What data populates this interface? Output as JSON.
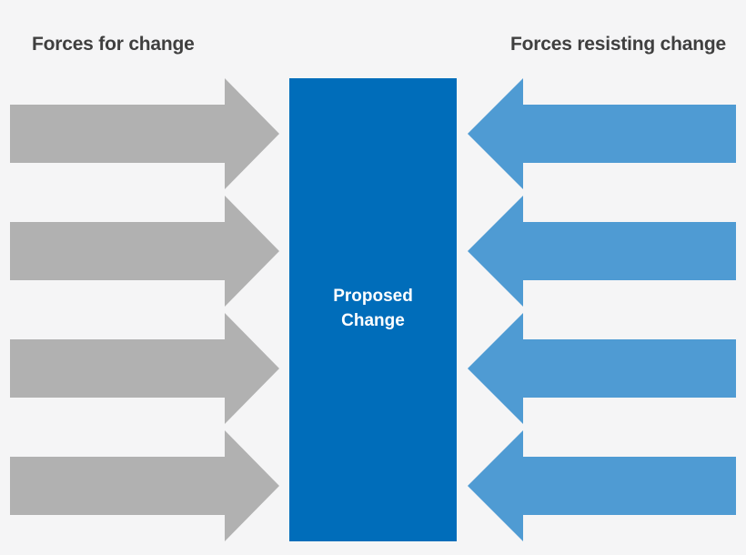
{
  "headings": {
    "left": "Forces for change",
    "right": "Forces resisting change"
  },
  "center": {
    "line1": "Proposed",
    "line2": "Change"
  },
  "forces_for": {
    "count": 4
  },
  "forces_against": {
    "count": 4
  },
  "colors": {
    "background": "#f5f5f6",
    "forces_for_arrow": "#b1b1b1",
    "forces_against_arrow": "#4f9bd3",
    "proposed_change_box": "#006dba",
    "heading_text": "#3f3f3f",
    "box_text": "#ffffff"
  }
}
